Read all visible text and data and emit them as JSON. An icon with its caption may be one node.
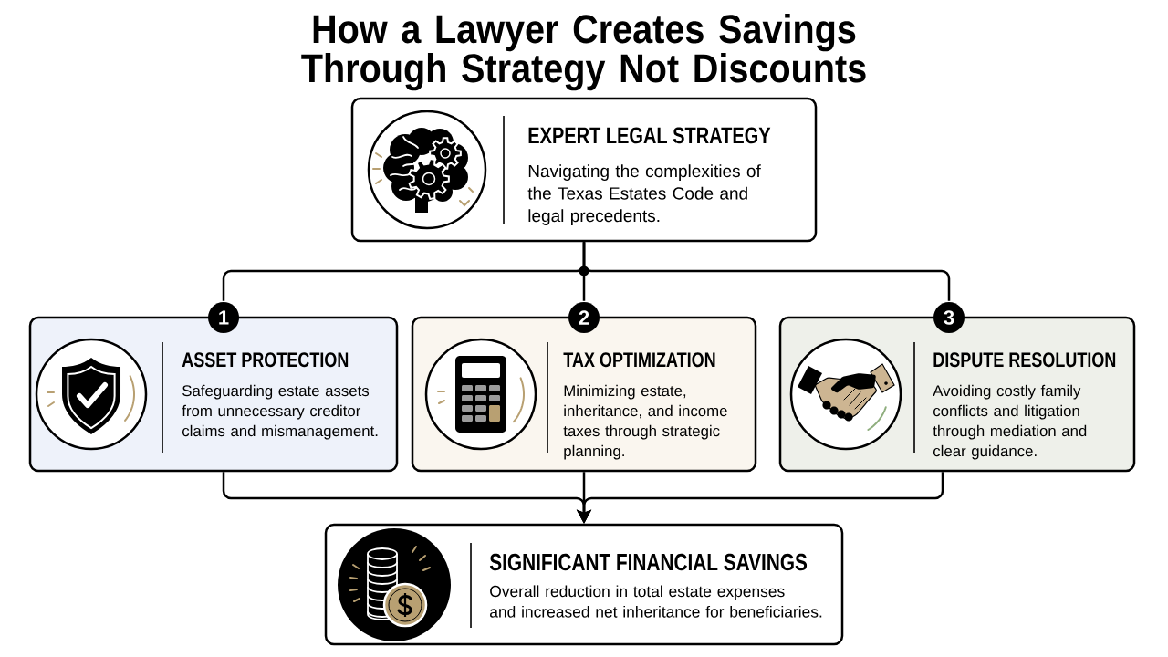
{
  "diagram": {
    "title": "How a Lawyer Creates Savings Through Strategy Not Discounts",
    "nodes": [
      {
        "text": [
          "EXPERT LEGAL STRATEGY",
          "Navigating the complexities of the Texas Estates Code and legal precedents."
        ]
      },
      {
        "text": [
          "1",
          "ASSET PROTECTION",
          "Safeguarding estate assets from unnecessary creditor claims and mismanagement."
        ]
      },
      {
        "text": [
          "2",
          "TAX OPTIMIZATION",
          "Minimizing estate, inheritance, and income taxes through strategic planning."
        ]
      },
      {
        "text": [
          "3",
          "DISPUTE RESOLUTION",
          "Avoiding costly family conflicts and litigation through mediation and clear guidance."
        ]
      },
      {
        "text": [
          "SIGNIFICANT FINANCIAL SAVINGS",
          "Overall reduction in total estate expenses and increased net inheritance for beneficiaries."
        ]
      }
    ],
    "edges": [
      {
        "from": 0,
        "to": 1,
        "arrow": "none"
      },
      {
        "from": 0,
        "to": 2,
        "arrow": "none"
      },
      {
        "from": 0,
        "to": 3,
        "arrow": "none"
      },
      {
        "from": 1,
        "to": 4,
        "arrow": "to"
      },
      {
        "from": 2,
        "to": 4,
        "arrow": "to"
      },
      {
        "from": 3,
        "to": 4,
        "arrow": "to"
      }
    ]
  }
}
